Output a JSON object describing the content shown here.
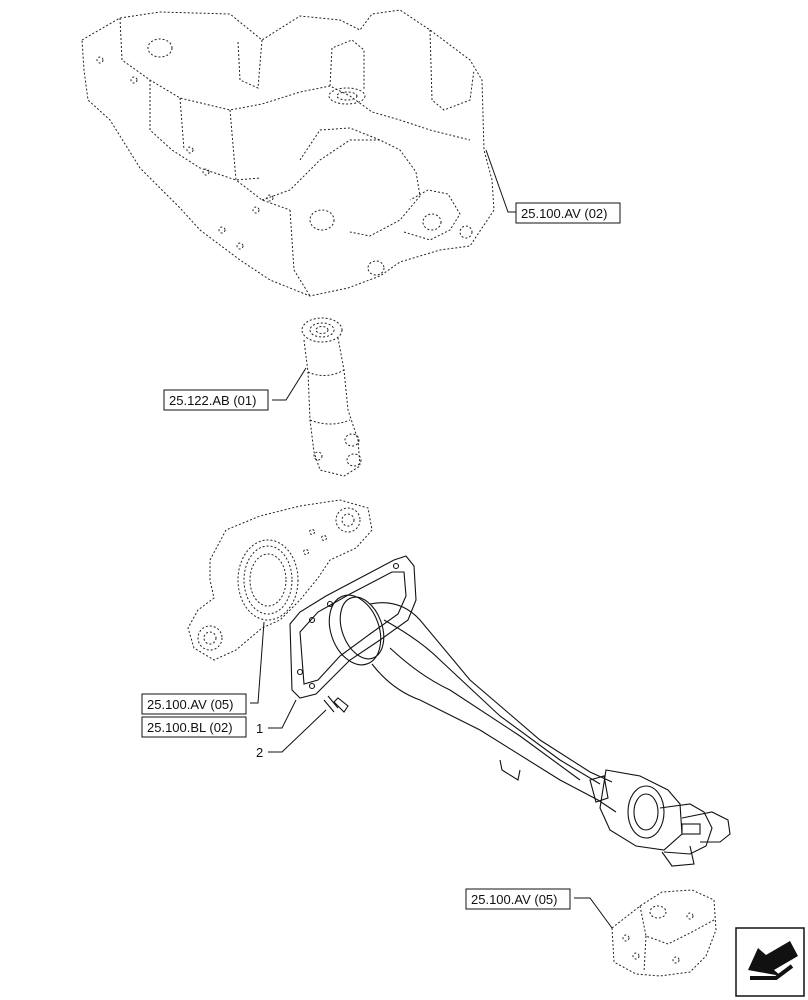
{
  "callouts": {
    "ref_frame_top": "25.100.AV (02)",
    "ref_cylinder": "25.122.AB (01)",
    "ref_housing": "25.100.AV (05)",
    "ref_seal": "25.100.BL (02)",
    "ref_bracket": "25.100.AV (05)"
  },
  "item_numbers": {
    "item1": "1",
    "item2": "2"
  },
  "icons": {
    "navigation": "return-arrow-icon"
  }
}
